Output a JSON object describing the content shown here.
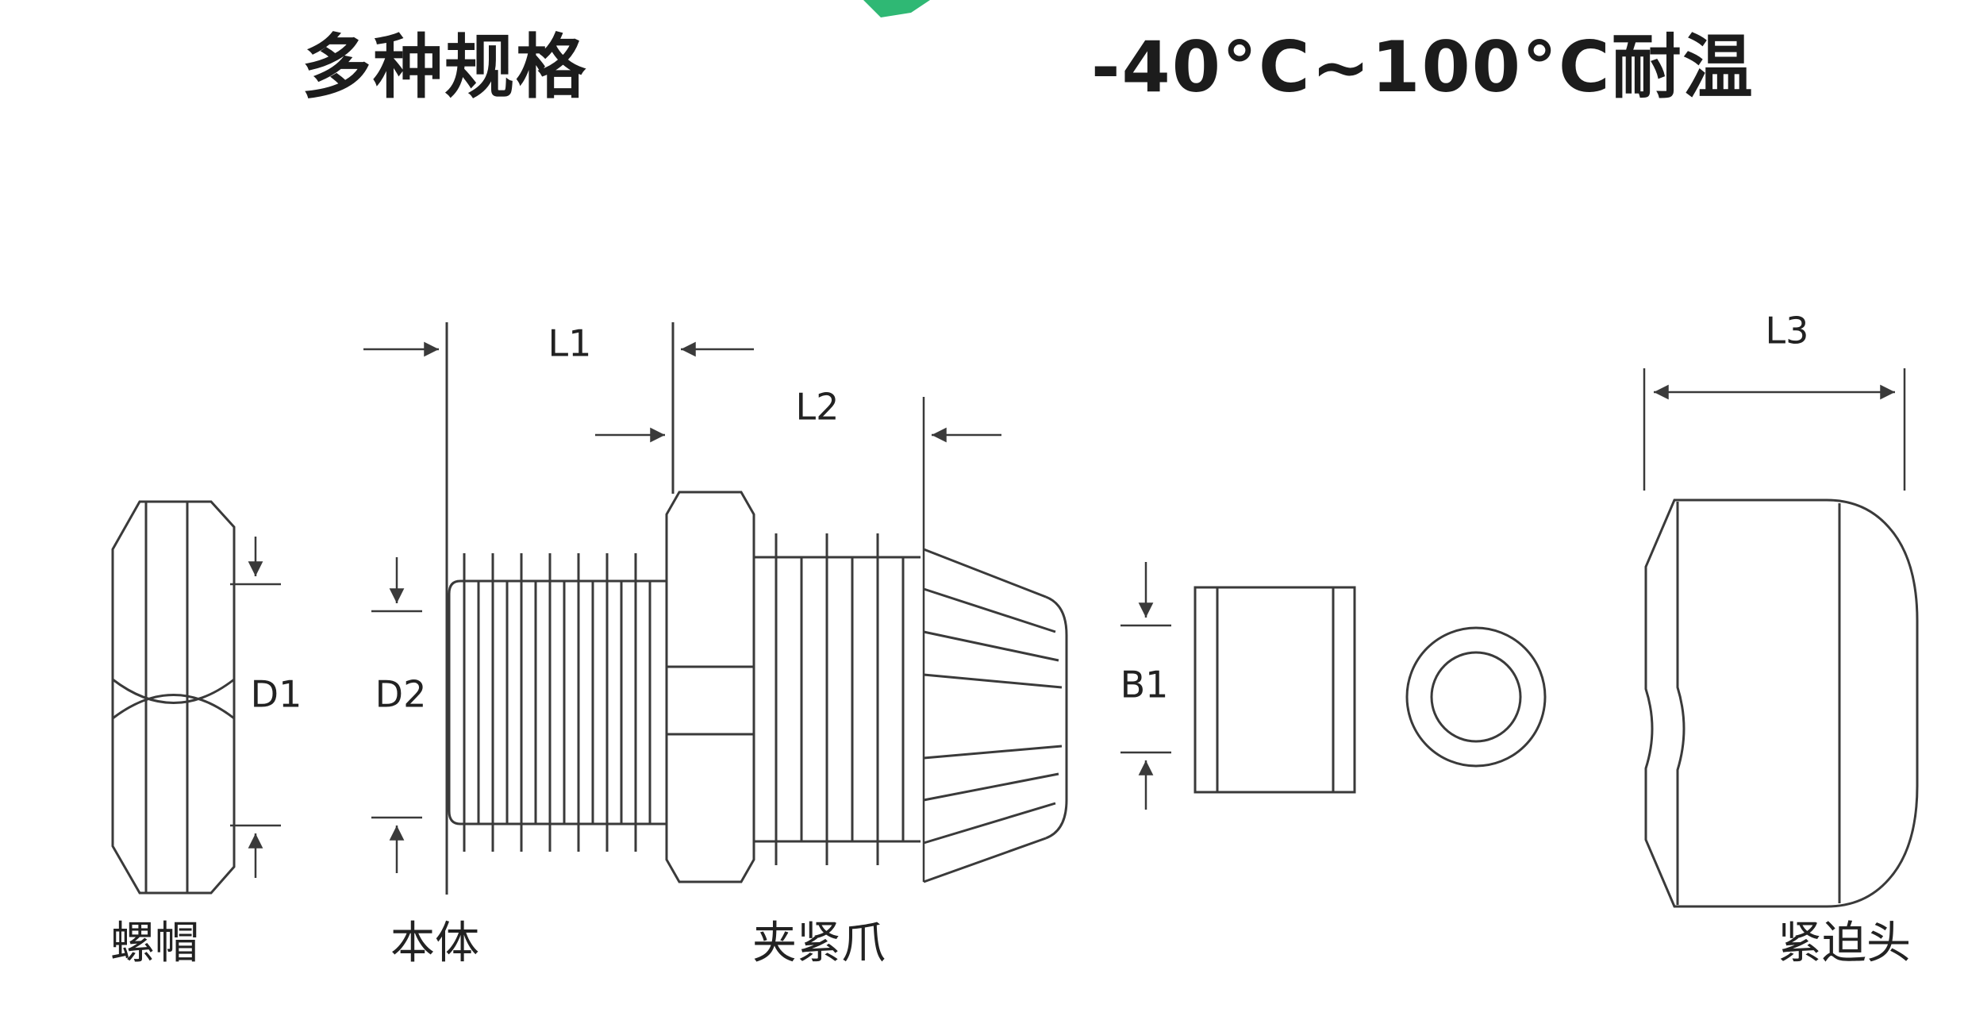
{
  "header": {
    "left_title": "多种规格",
    "right_title": "-40°C~100°C耐温",
    "accent_color": "#2fb874"
  },
  "diagram": {
    "line_color": "#3a3a3a",
    "label_color": "#222222",
    "dimension_labels": {
      "L1": "L1",
      "L2": "L2",
      "L3": "L3",
      "D1": "D1",
      "D2": "D2",
      "B1": "B1"
    },
    "part_labels": {
      "nut": "螺帽",
      "body": "本体",
      "claw": "夹紧爪",
      "head": "紧迫头"
    }
  }
}
